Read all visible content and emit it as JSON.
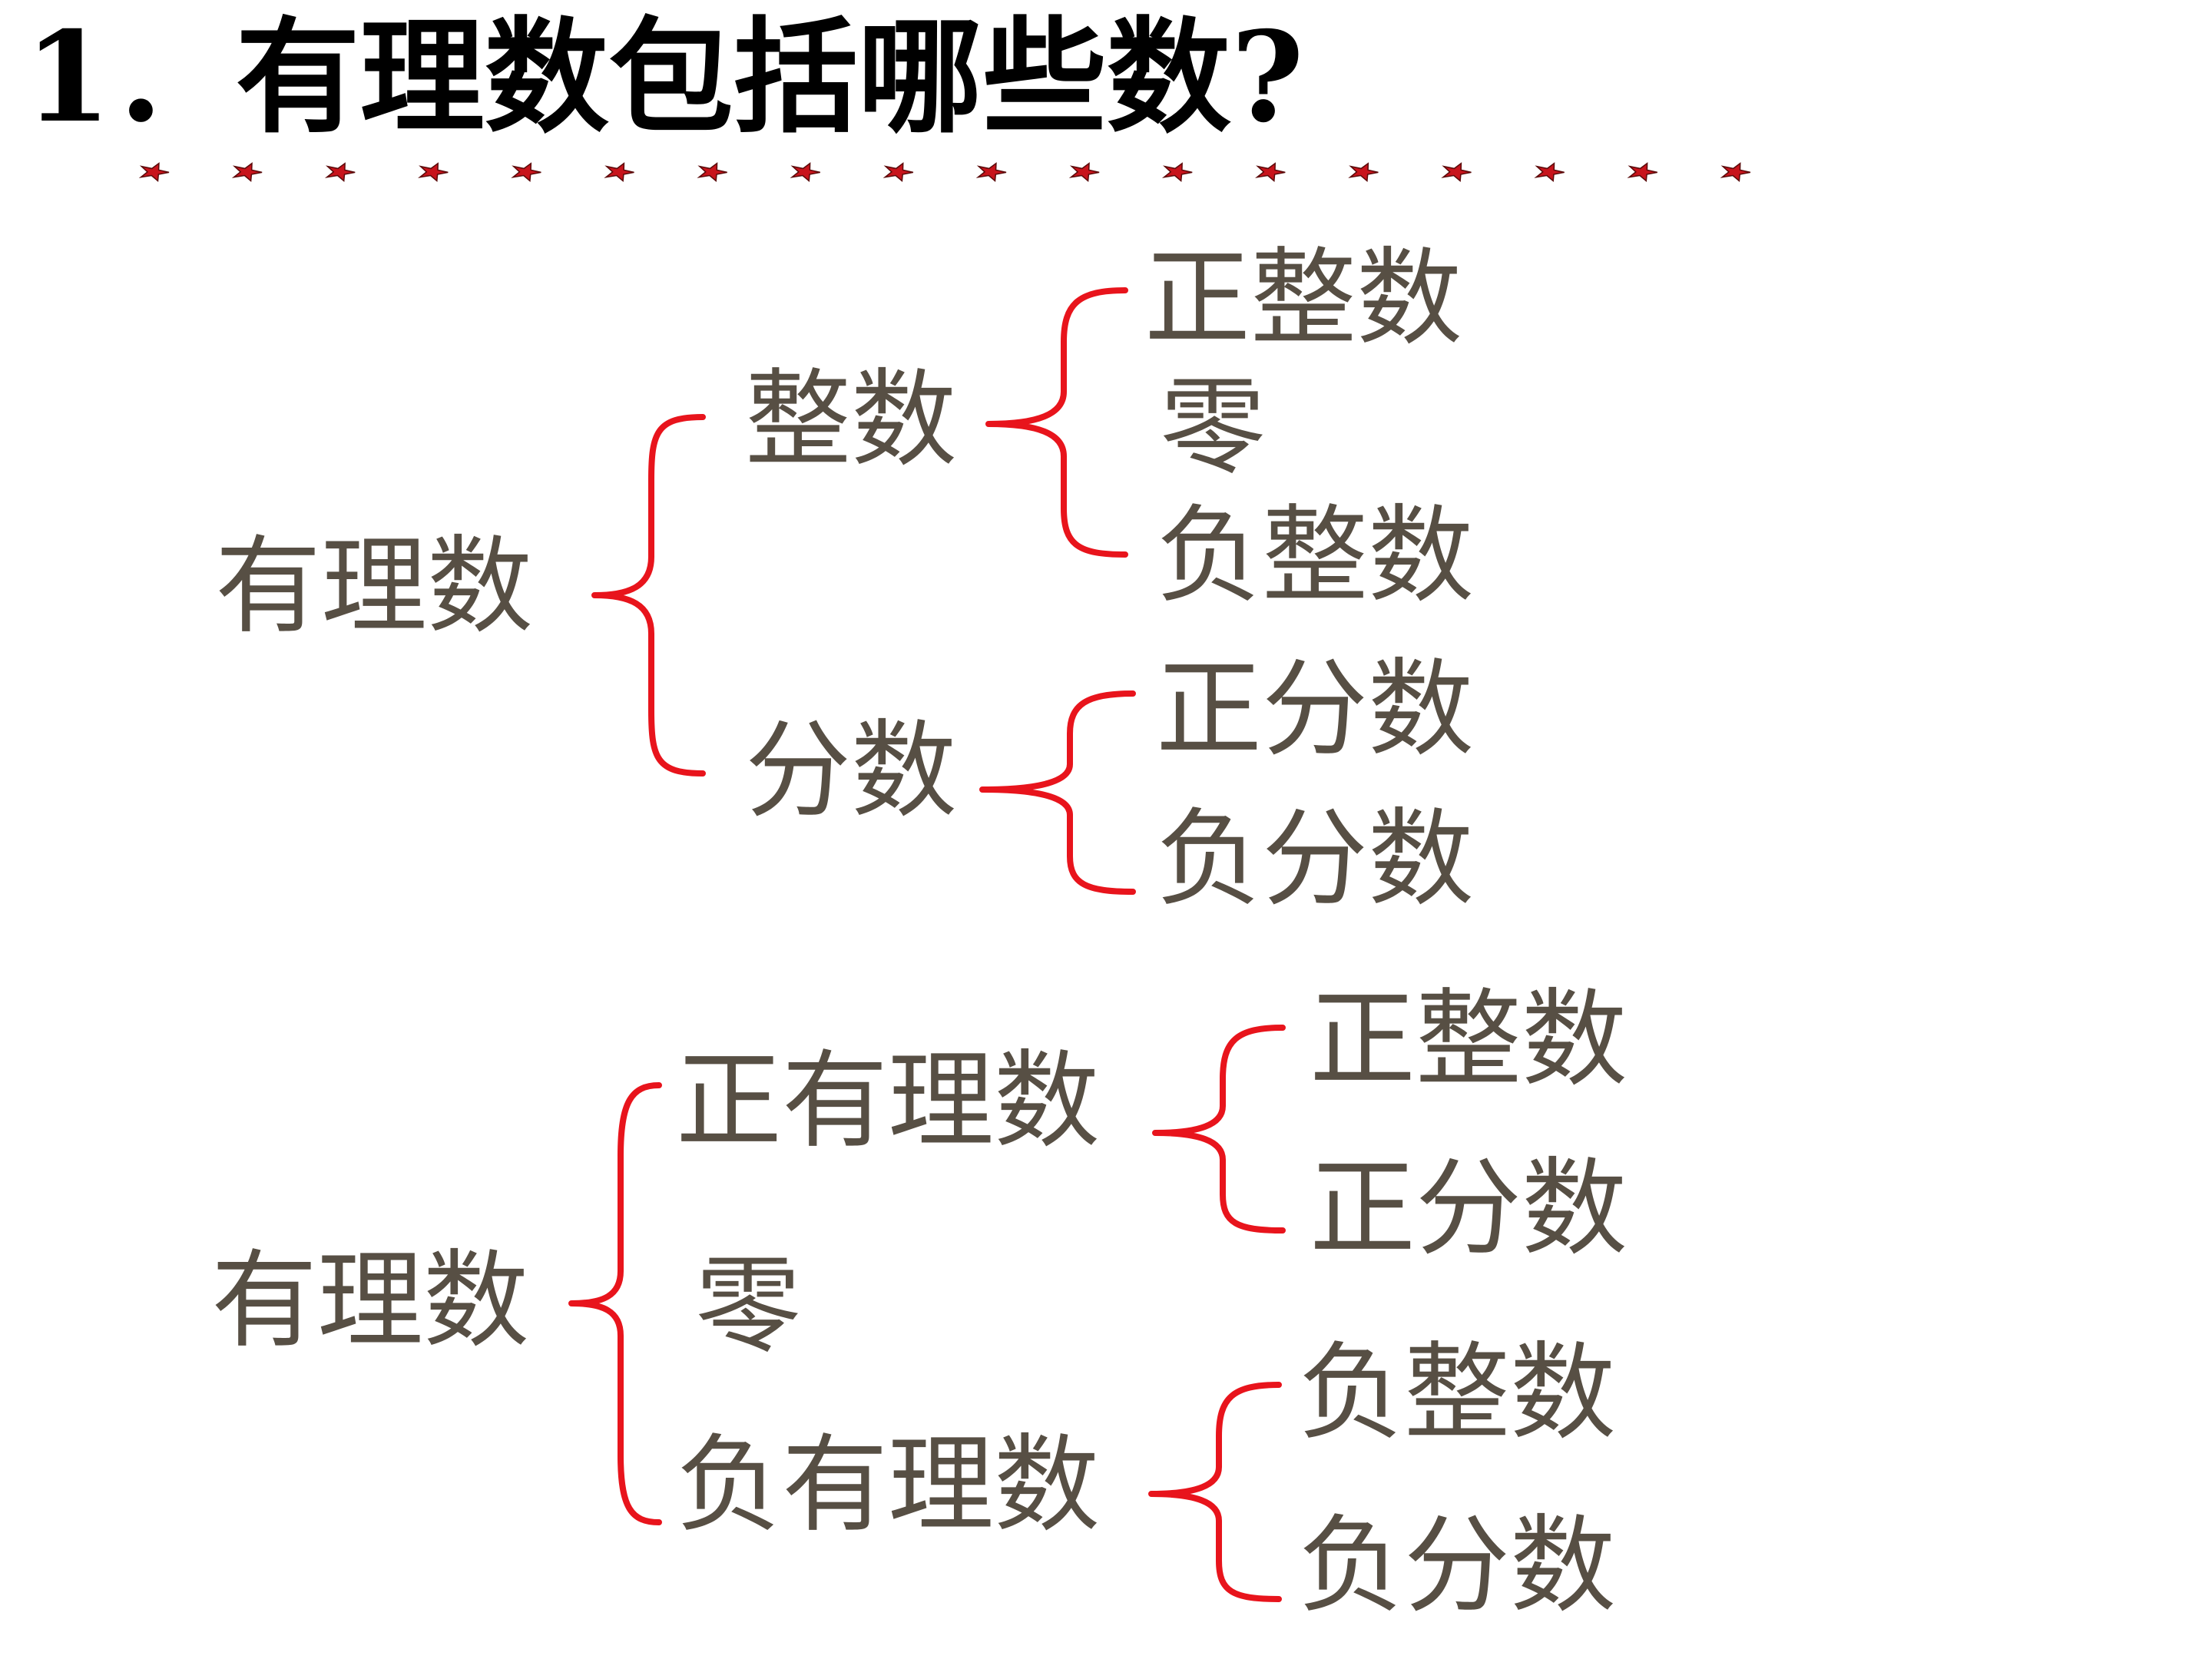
{
  "title": "1．有理数包括哪些数?",
  "decoration": {
    "star_color": "#c8141c",
    "star_count": 18
  },
  "colors": {
    "brace": "#e8141c",
    "node_text": "#574f44",
    "title_text": "#000000"
  },
  "tree1": {
    "root": "有理数",
    "integers": {
      "label": "整数",
      "children": [
        "正整数",
        "零",
        "负整数"
      ]
    },
    "fractions": {
      "label": "分数",
      "children": [
        "正分数",
        "负分数"
      ]
    }
  },
  "tree2": {
    "root": "有理数",
    "positive": {
      "label": "正有理数",
      "children": [
        "正整数",
        "正分数"
      ]
    },
    "zero": "零",
    "negative": {
      "label": "负有理数",
      "children": [
        "负整数",
        "负分数"
      ]
    }
  }
}
